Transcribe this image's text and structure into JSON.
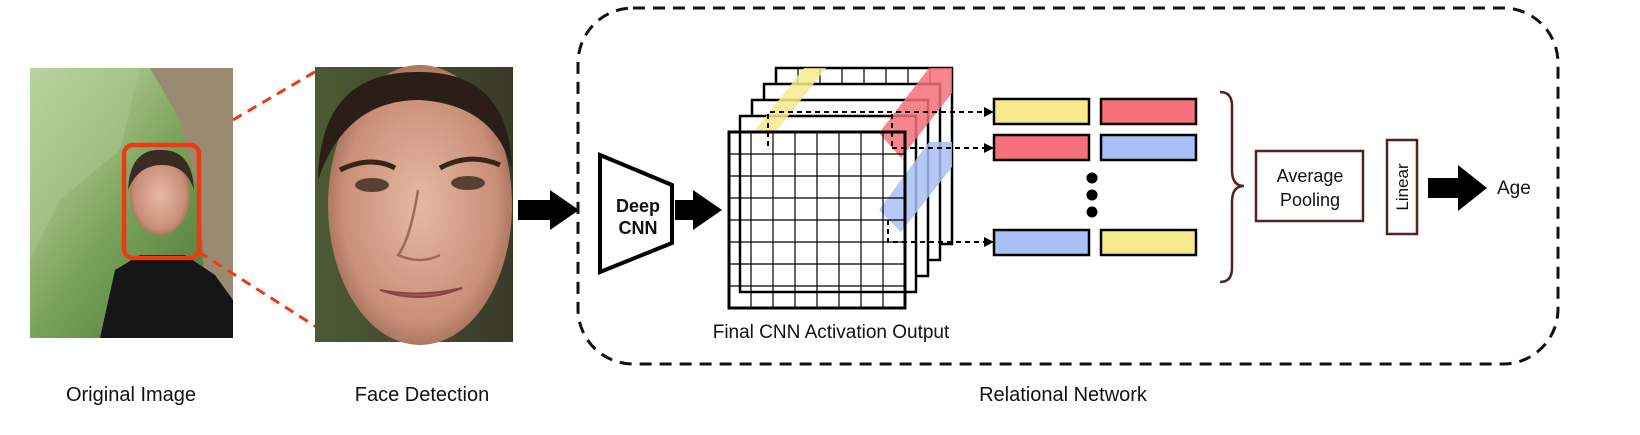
{
  "captions": {
    "original": "Original Image",
    "face": "Face Detection",
    "relational": "Relational Network",
    "activation": "Final CNN Activation Output"
  },
  "blocks": {
    "cnn_line1": "Deep",
    "cnn_line2": "CNN",
    "pool_line1": "Average",
    "pool_line2": "Pooling",
    "linear": "Linear",
    "output": "Age"
  },
  "colors": {
    "detection_box": "#ee3a12",
    "yellow": "#f6ea8c",
    "red": "#f4707a",
    "blue": "#a9c0f5",
    "bracket": "#5a2020"
  },
  "images": {
    "original_photo": "photo-of-woman-outdoors",
    "face_crop": "cropped-face-photo"
  }
}
